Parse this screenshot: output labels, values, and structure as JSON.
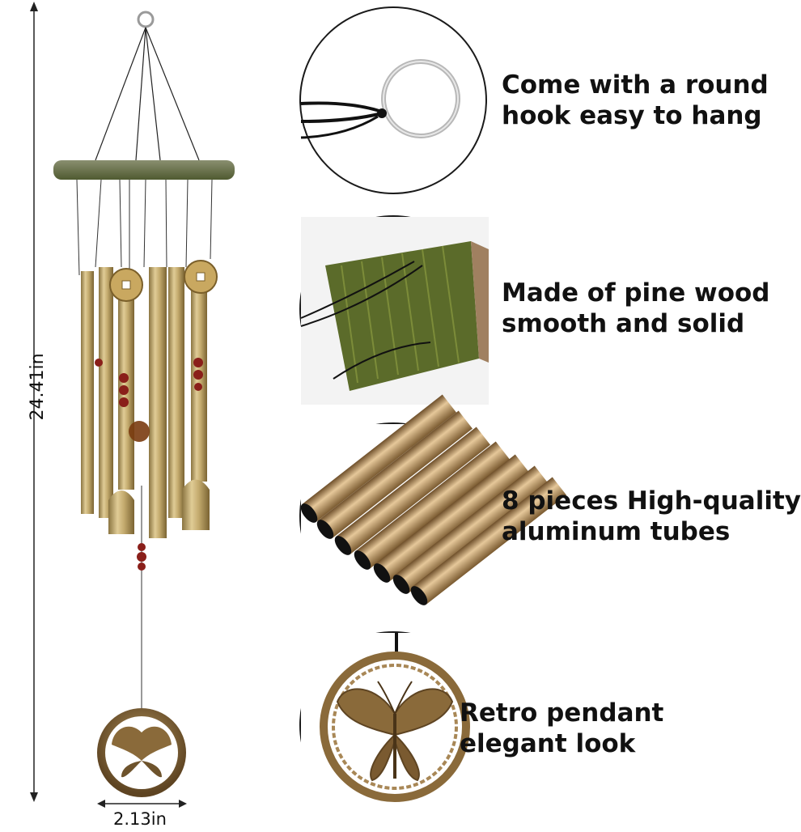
{
  "dimensions": {
    "height_label": "24.41in",
    "width_label": "2.13in"
  },
  "features": [
    {
      "icon": "ring-hook-icon",
      "line1": "Come with a round",
      "line2": "hook easy to hang"
    },
    {
      "icon": "pine-wood-icon",
      "line1": "Made of pine wood",
      "line2": "smooth and solid"
    },
    {
      "icon": "aluminum-tubes-icon",
      "line1": "8 pieces High-quality",
      "line2": "aluminum tubes"
    },
    {
      "icon": "butterfly-pendant-icon",
      "line1": "Retro pendant",
      "line2": "elegant look"
    }
  ],
  "colors": {
    "tube_gold": "#c9b27a",
    "wood_green": "#6b7a3a",
    "bead_red": "#8a1f1a",
    "pendant_bronze": "#8a6a3a"
  }
}
